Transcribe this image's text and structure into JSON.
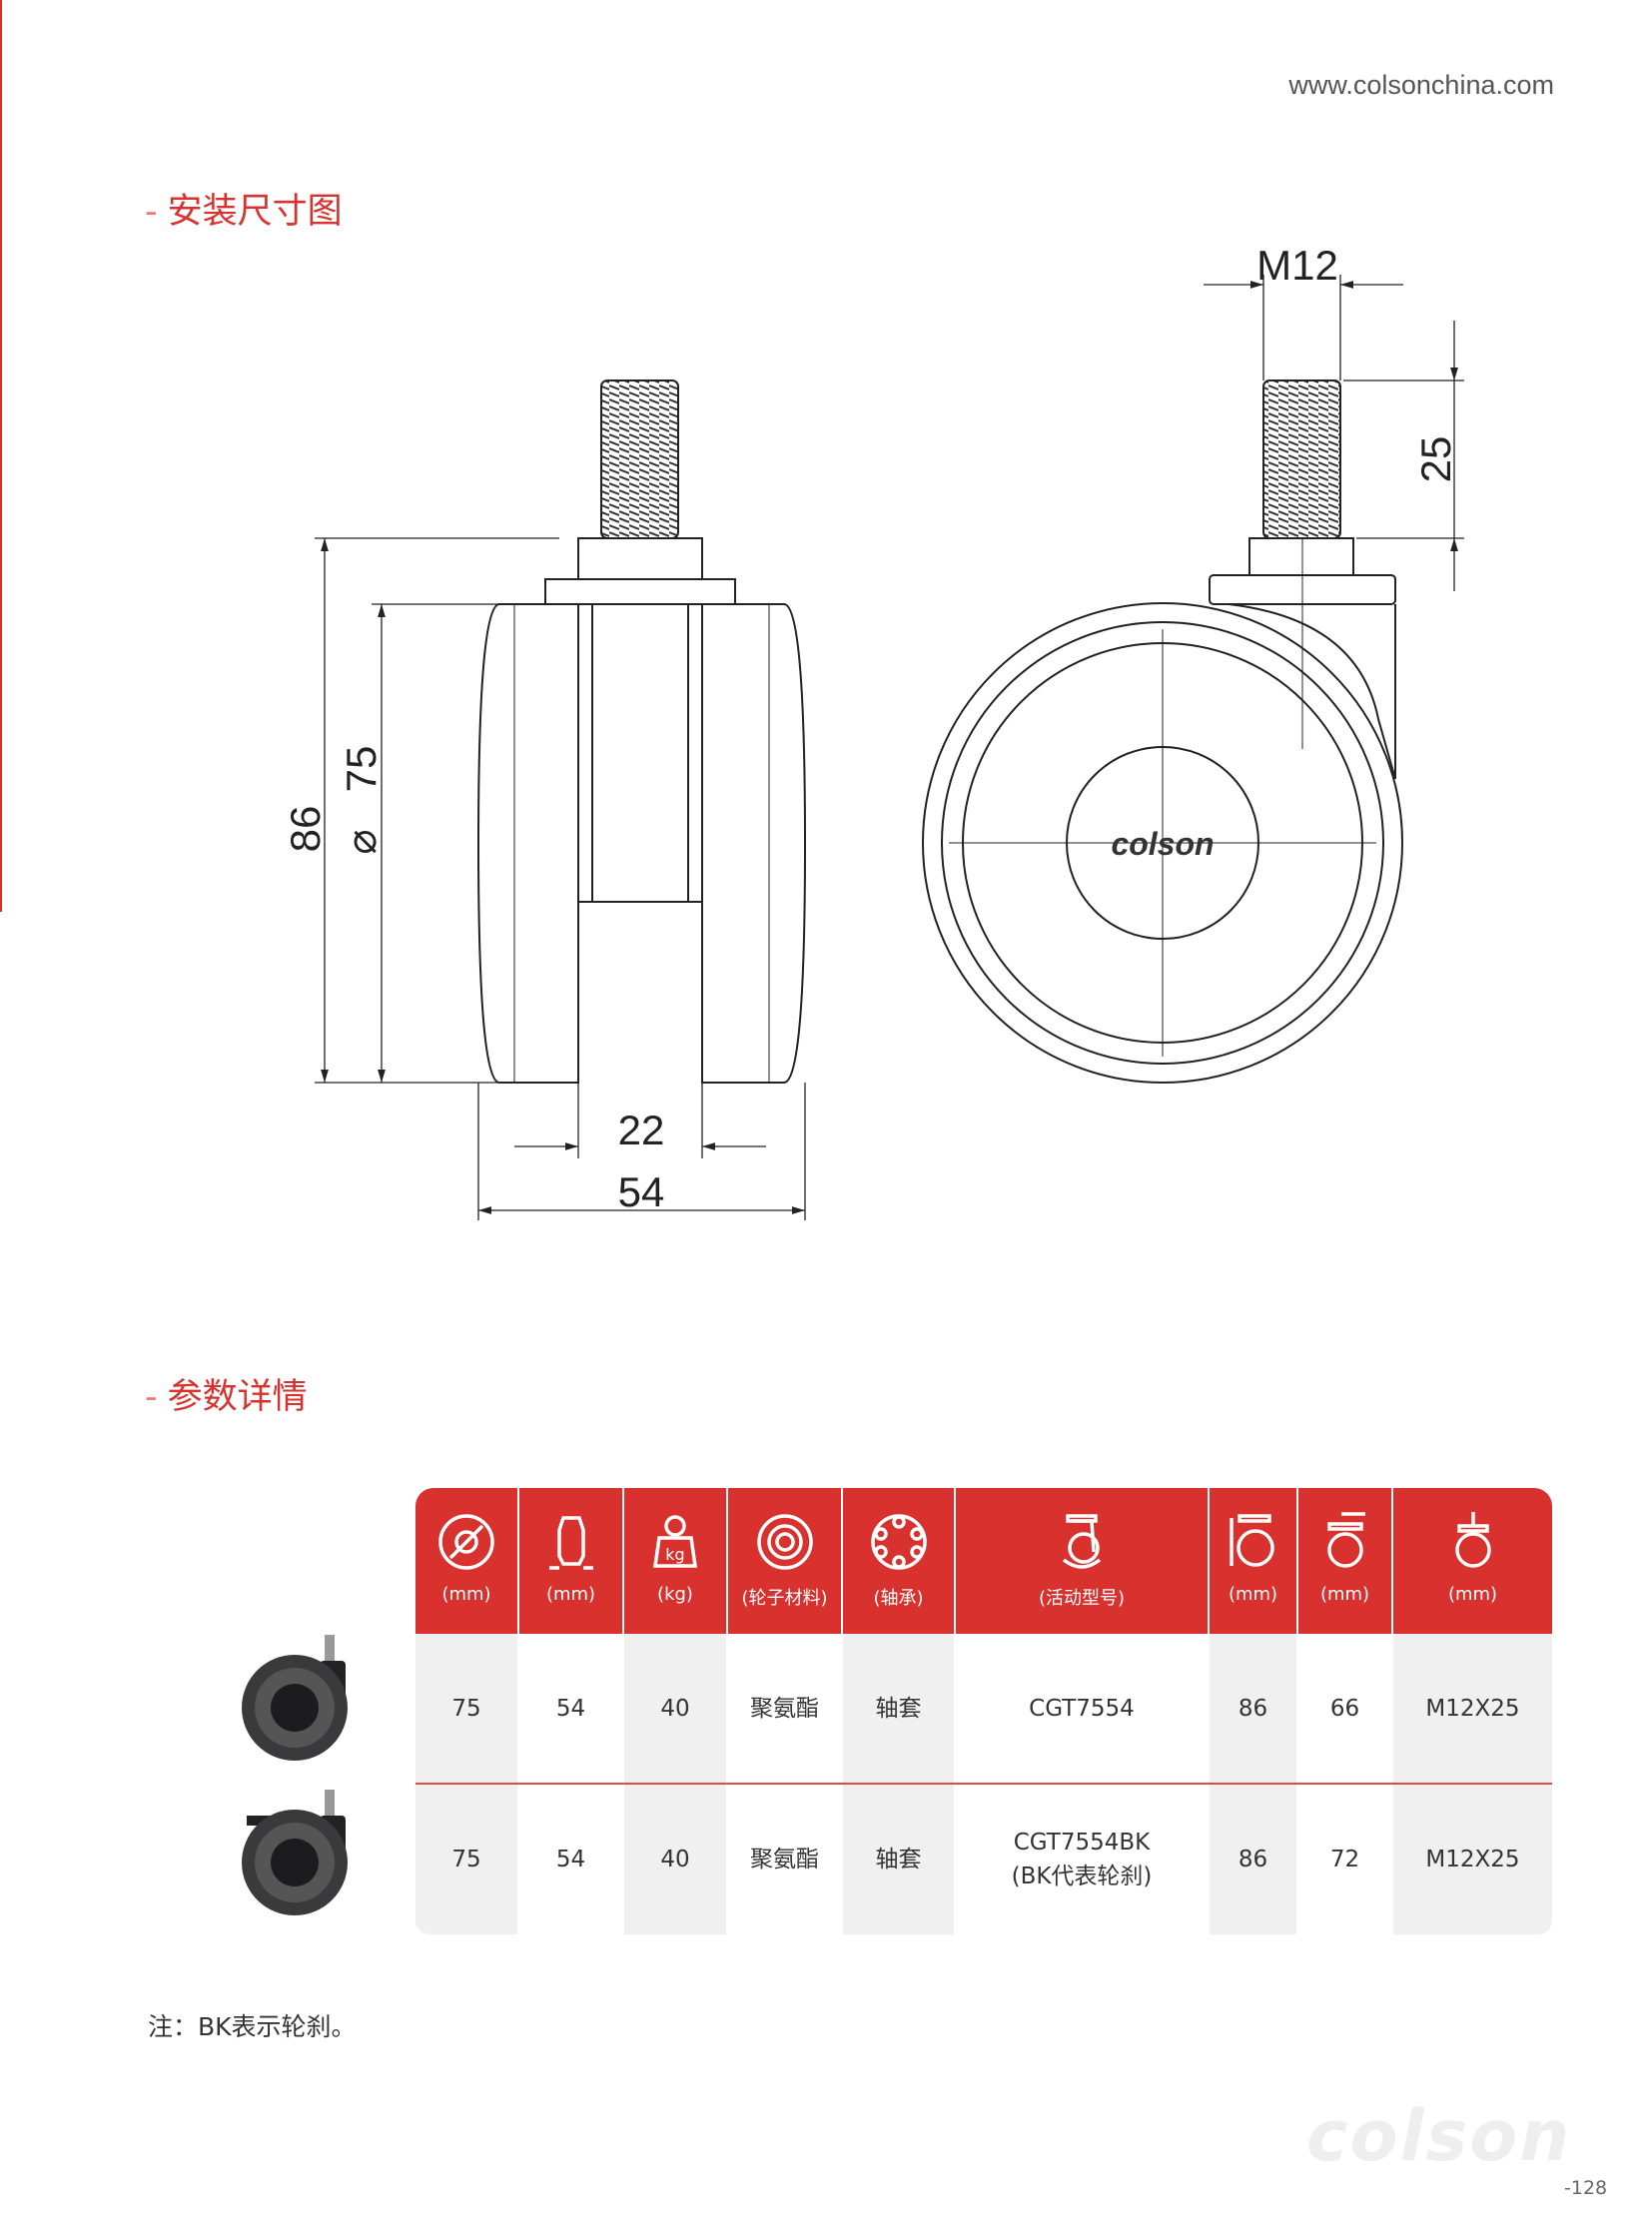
{
  "header": {
    "url": "www.colsonchina.com"
  },
  "sections": {
    "install": "安装尺寸图",
    "params": "参数详情",
    "dash": "-"
  },
  "drawing": {
    "dim_height": "86",
    "dim_diameter": "75",
    "dim_diameter_symbol": "⌀",
    "dim_gap": "22",
    "dim_width": "54",
    "dim_thread": "M12",
    "dim_thread_length": "25",
    "logo": "colson"
  },
  "table": {
    "headers": [
      {
        "icon": "wheel-diameter-icon",
        "unit": "(mm)"
      },
      {
        "icon": "wheel-width-icon",
        "unit": "(mm)"
      },
      {
        "icon": "load-weight-icon",
        "unit": "(kg)",
        "icon_text": "kg"
      },
      {
        "icon": "wheel-material-icon",
        "unit": "(轮子材料)"
      },
      {
        "icon": "bearing-icon",
        "unit": "(轴承)"
      },
      {
        "icon": "swivel-caster-icon",
        "unit": "(活动型号)"
      },
      {
        "icon": "overall-height-icon",
        "unit": "(mm)"
      },
      {
        "icon": "swivel-offset-icon",
        "unit": "(mm)"
      },
      {
        "icon": "thread-stem-icon",
        "unit": "(mm)"
      }
    ],
    "rows": [
      {
        "cells": [
          "75",
          "54",
          "40",
          "聚氨酯",
          "轴套",
          "CGT7554",
          "86",
          "66",
          "M12X25"
        ]
      },
      {
        "cells": [
          "75",
          "54",
          "40",
          "聚氨酯",
          "轴套",
          "CGT7554BK\n(BK代表轮刹)",
          "86",
          "72",
          "M12X25"
        ]
      }
    ]
  },
  "note": "注：BK表示轮刹。",
  "footer": {
    "watermark": "colson",
    "page": "-128"
  },
  "colors": {
    "accent": "#d8312e",
    "cell_gray": "#f0f0f1"
  }
}
